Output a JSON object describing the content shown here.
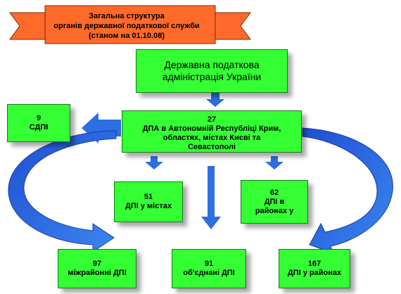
{
  "colors": {
    "banner_fill": "#ff6a2a",
    "box_fill": "#33ff33",
    "arrow_fill": "#2b6fe0"
  },
  "banner": {
    "line1": "Загальна  структура",
    "line2": "органів державної податкової  служби",
    "line3": "(станом  на  01.10.08)"
  },
  "top_box": {
    "line1": "Державна податкова",
    "line2": "адміністрація України"
  },
  "center_box": {
    "count": "27",
    "line1": "ДПА в Автономній  Республіці Крим,",
    "line2": "областях, містах Києві та",
    "line3": "Севастополі"
  },
  "left_box": {
    "count": "9",
    "label": "СДПІ"
  },
  "mid_left_box": {
    "count": "51",
    "label": "ДПІ у містах"
  },
  "mid_right_box": {
    "count": "62",
    "line1": "ДПІ в",
    "line2": "районах  у"
  },
  "bottom_left_box": {
    "count": "97",
    "label": "міжрайонні ДПІ"
  },
  "bottom_mid_box": {
    "count": "91",
    "label": "об'єднані ДПІ"
  },
  "bottom_right_box": {
    "count": "167",
    "label": "ДПІ у районах"
  }
}
